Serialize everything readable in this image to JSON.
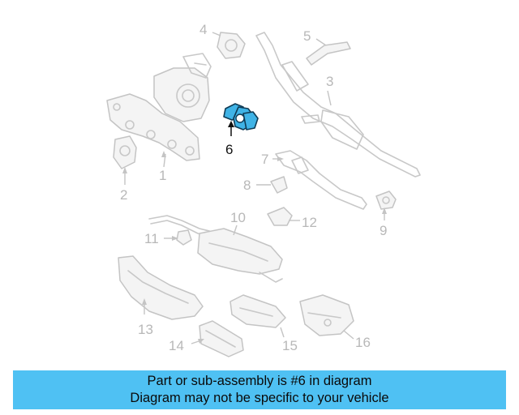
{
  "labels": {
    "l1": "1",
    "l2": "2",
    "l3": "3",
    "l4": "4",
    "l5": "5",
    "l6": "6",
    "l7": "7",
    "l8": "8",
    "l9": "9",
    "l10": "10",
    "l11": "11",
    "l12": "12",
    "l13": "13",
    "l14": "14",
    "l15": "15",
    "l16": "16"
  },
  "highlight": {
    "part_number": "6",
    "color": "#3fb3e6",
    "outline": "#0f3b55"
  },
  "banner": {
    "line1": "Part or sub-assembly is #6 in diagram",
    "line2": "Diagram may not be specific to your vehicle",
    "color": "#4fc1f3"
  }
}
